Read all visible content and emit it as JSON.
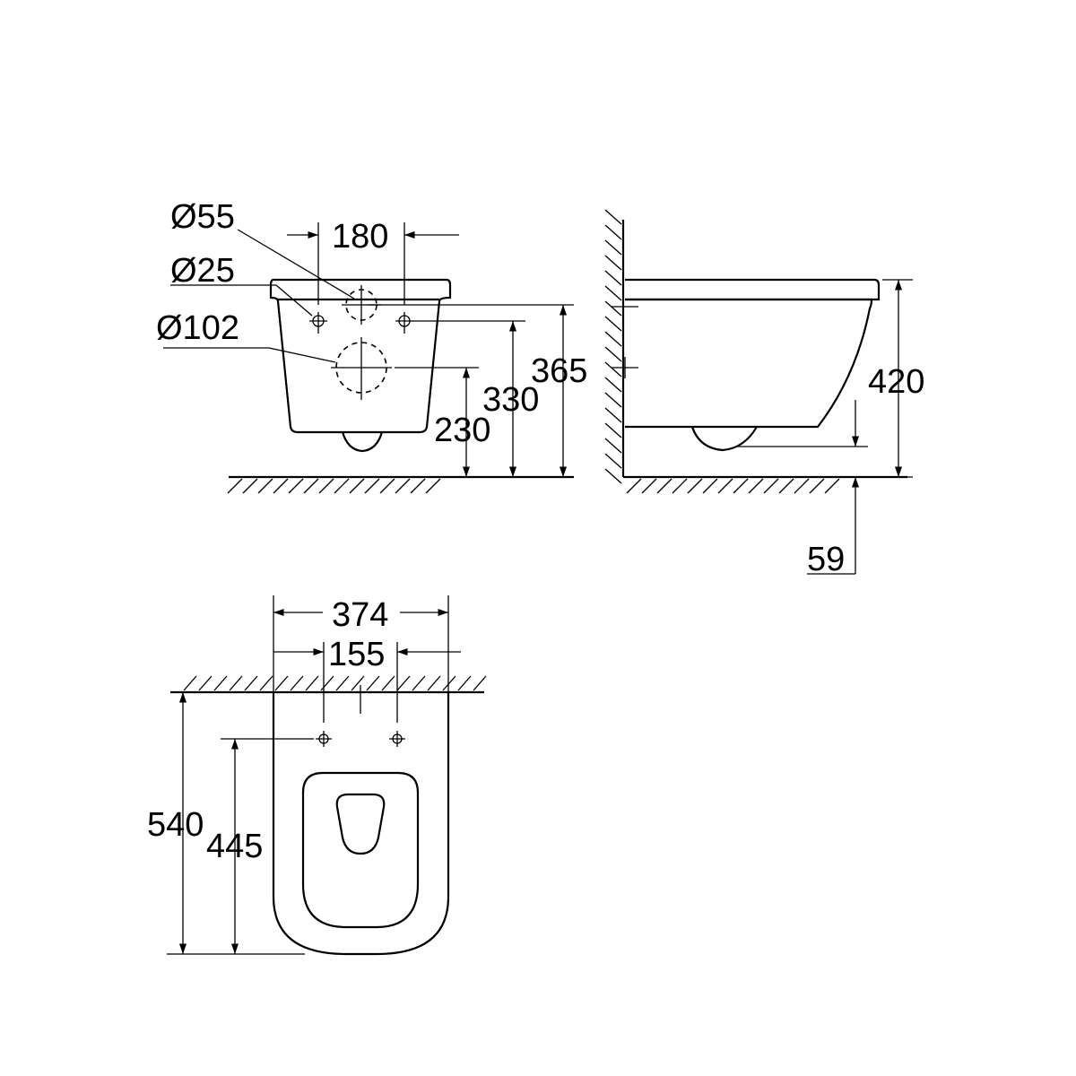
{
  "front_view": {
    "diameter_55": "Ø55",
    "diameter_25": "Ø25",
    "diameter_102": "Ø102",
    "width_180": "180",
    "height_365": "365",
    "height_330": "330",
    "height_230": "230"
  },
  "side_view": {
    "height_420": "420",
    "depth_59": "59"
  },
  "top_view": {
    "width_374": "374",
    "width_155": "155",
    "length_540": "540",
    "length_445": "445"
  }
}
